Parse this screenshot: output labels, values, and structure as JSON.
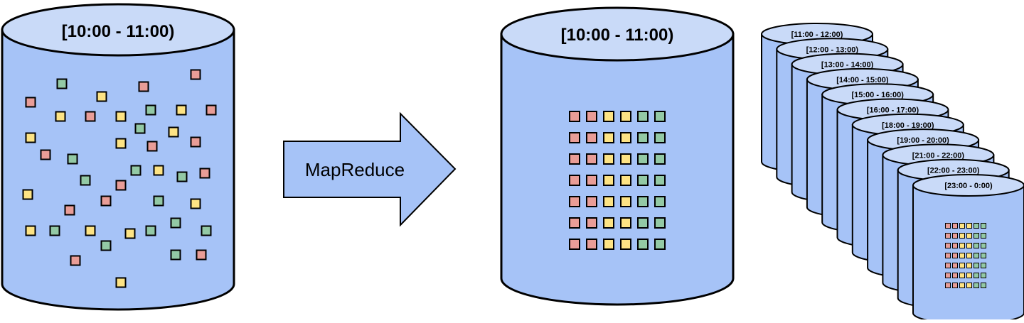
{
  "colors": {
    "cylinder_body": "#a6c3f7",
    "cylinder_top": "#c9daf8",
    "stroke": "#000000",
    "arrow_fill": "#a6c3f7",
    "square_red": "#e99d97",
    "square_green": "#93c9a5",
    "square_yellow": "#fde384"
  },
  "raw_store": {
    "label": "[10:00 - 11:00)",
    "scattered_squares": "red, green, yellow records in random order"
  },
  "arrow": {
    "label": "MapReduce"
  },
  "aggregated_store": {
    "label": "[10:00 - 11:00)",
    "grid_column_colors": [
      "red",
      "red",
      "yellow",
      "yellow",
      "green",
      "green"
    ],
    "grid_rows": 7
  },
  "hourly_stores": {
    "labels": [
      "[11:00 - 12:00)",
      "[12:00 - 13:00)",
      "[13:00 - 14:00)",
      "[14:00 - 15:00)",
      "[15:00 - 16:00)",
      "[16:00 - 17:00)",
      "[18:00 - 19:00)",
      "[19:00 - 20:00)",
      "[21:00 - 22:00)",
      "[22:00 - 23:00)",
      "[23:00 - 0:00)"
    ]
  }
}
